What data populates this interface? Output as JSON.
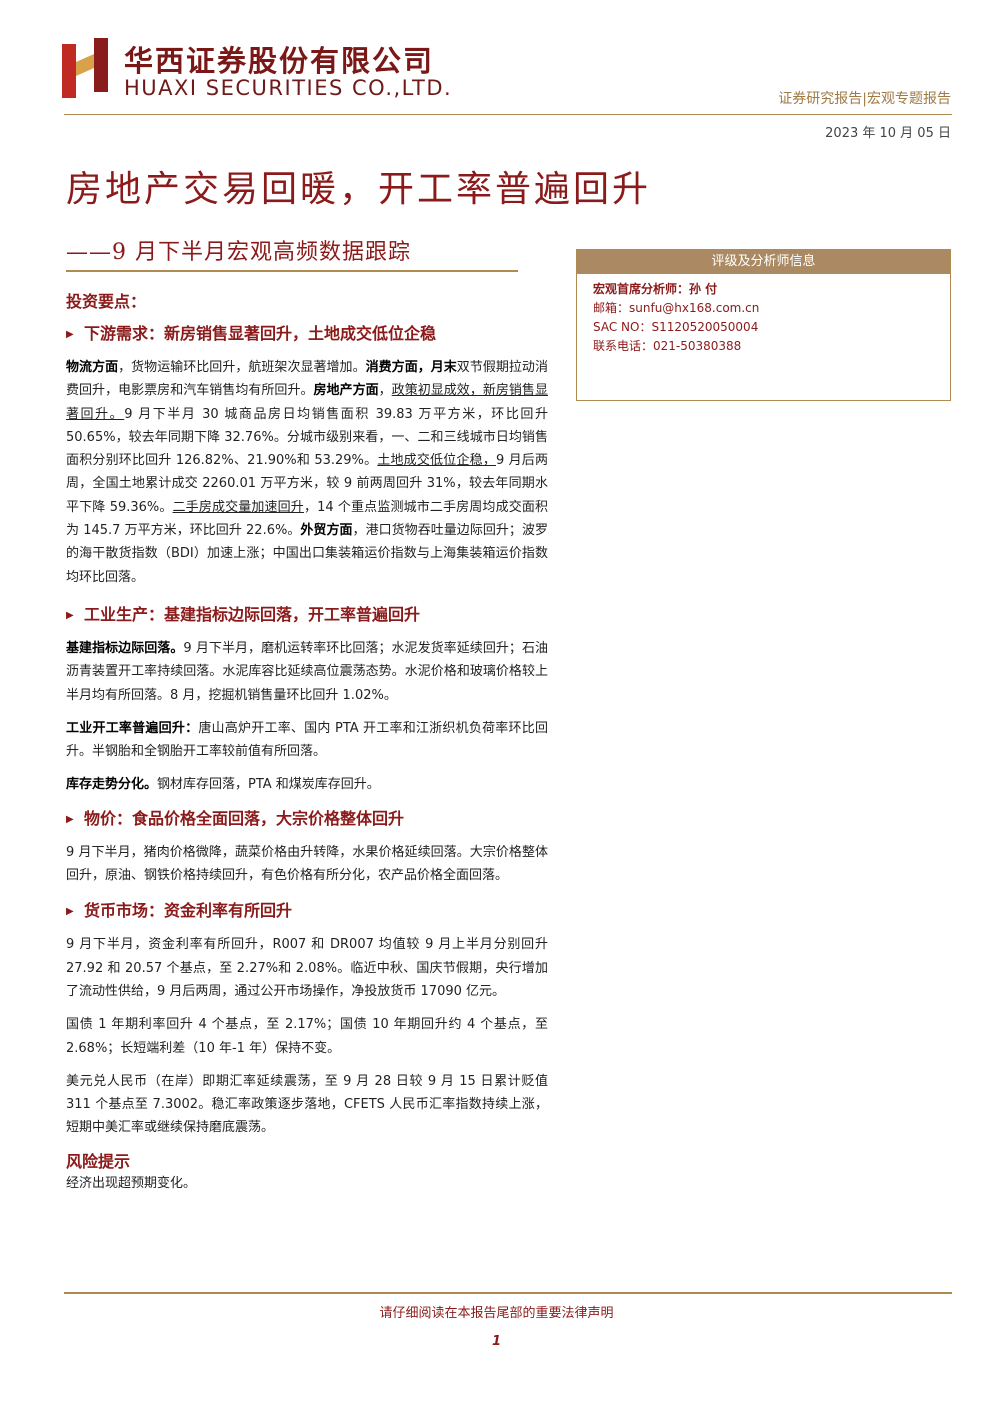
{
  "header": {
    "company_cn": "华西证券股份有限公司",
    "company_en": "HUAXI SECURITIES CO.,LTD.",
    "report_type": "证券研究报告|宏观专题报告",
    "date": "2023 年 10 月 05 日"
  },
  "title": "房地产交易回暖，开工率普遍回升",
  "subtitle": "——9 月下半月宏观高频数据跟踪",
  "analyst": {
    "header": "评级及分析师信息",
    "role": "宏观首席分析师：孙 付",
    "email": "邮箱：sunfu@hx168.com.cn",
    "sac": "SAC NO：S1120520050004",
    "phone": "联系电话：021-50380388"
  },
  "key_points": "投资要点：",
  "sections": [
    {
      "heading": "下游需求：新房销售显著回升，土地成交低位企稳",
      "p1": {
        "b1": "物流方面",
        "t1": "，货物运输环比回升，航班架次显著增加。",
        "b2": "消费方面，月末",
        "t2": "双节假期拉动消费回升，电影票房和汽车销售均有所回升。",
        "b3": "房地产方面",
        "t3": "，",
        "u1": "政策初显成效，新房销售显著回升。",
        "t4": "9 月下半月 30 城商品房日均销售面积 39.83 万平方米，环比回升 50.65%，较去年同期下降 32.76%。分城市级别来看，一、二和三线城市日均销售面积分别环比回升 126.82%、21.90%和 53.29%。",
        "u2": "土地成交低位企稳，",
        "t5": "9 月后两周，全国土地累计成交 2260.01 万平方米，较 9 前两周回升 31%，较去年同期水平下降 59.36%。",
        "u3": "二手房成交量加速回升",
        "t6": "，14 个重点监测城市二手房周均成交面积为 145.7 万平方米，环比回升 22.6%。",
        "b4": "外贸方面",
        "t7": "，港口货物吞吐量边际回升；波罗的海干散货指数（BDI）加速上涨；中国出口集装箱运价指数与上海集装箱运价指数均环比回落。"
      }
    },
    {
      "heading": "工业生产：基建指标边际回落，开工率普遍回升",
      "p1b": "基建指标边际回落。",
      "p1": "9 月下半月，磨机运转率环比回落；水泥发货率延续回升；石油沥青装置开工率持续回落。水泥库容比延续高位震荡态势。水泥价格和玻璃价格较上半月均有所回落。8 月，挖掘机销售量环比回升 1.02%。",
      "p2b": "工业开工率普遍回升：",
      "p2": "唐山高炉开工率、国内 PTA 开工率和江浙织机负荷率环比回升。半钢胎和全钢胎开工率较前值有所回落。",
      "p3b": "库存走势分化。",
      "p3": "钢材库存回落，PTA 和煤炭库存回升。"
    },
    {
      "heading": "物价：食品价格全面回落，大宗价格整体回升",
      "p1": "9 月下半月，猪肉价格微降，蔬菜价格由升转降，水果价格延续回落。大宗价格整体回升，原油、钢铁价格持续回升，有色价格有所分化，农产品价格全面回落。"
    },
    {
      "heading": "货币市场：资金利率有所回升",
      "p1": "9 月下半月，资金利率有所回升，R007 和 DR007 均值较 9 月上半月分别回升 27.92 和 20.57 个基点，至 2.27%和 2.08%。临近中秋、国庆节假期，央行增加了流动性供给，9 月后两周，通过公开市场操作，净投放货币 17090 亿元。",
      "p2": "国债 1 年期利率回升 4 个基点，至 2.17%；国债 10 年期回升约 4 个基点，至 2.68%；长短端利差（10 年-1 年）保持不变。",
      "p3": "美元兑人民币（在岸）即期汇率延续震荡，至 9 月 28 日较 9 月 15 日累计贬值 311 个基点至 7.3002。稳汇率政策逐步落地，CFETS 人民币汇率指数持续上涨，短期中美汇率或继续保持磨底震荡。"
    }
  ],
  "risk": {
    "title": "风险提示",
    "text": "经济出现超预期变化。"
  },
  "footer": {
    "disclaimer": "请仔细阅读在本报告尾部的重要法律声明",
    "page": "1"
  },
  "colors": {
    "brand_red": "#8b1a1a",
    "gold": "#b08a50",
    "box_head": "#ab8a63"
  }
}
